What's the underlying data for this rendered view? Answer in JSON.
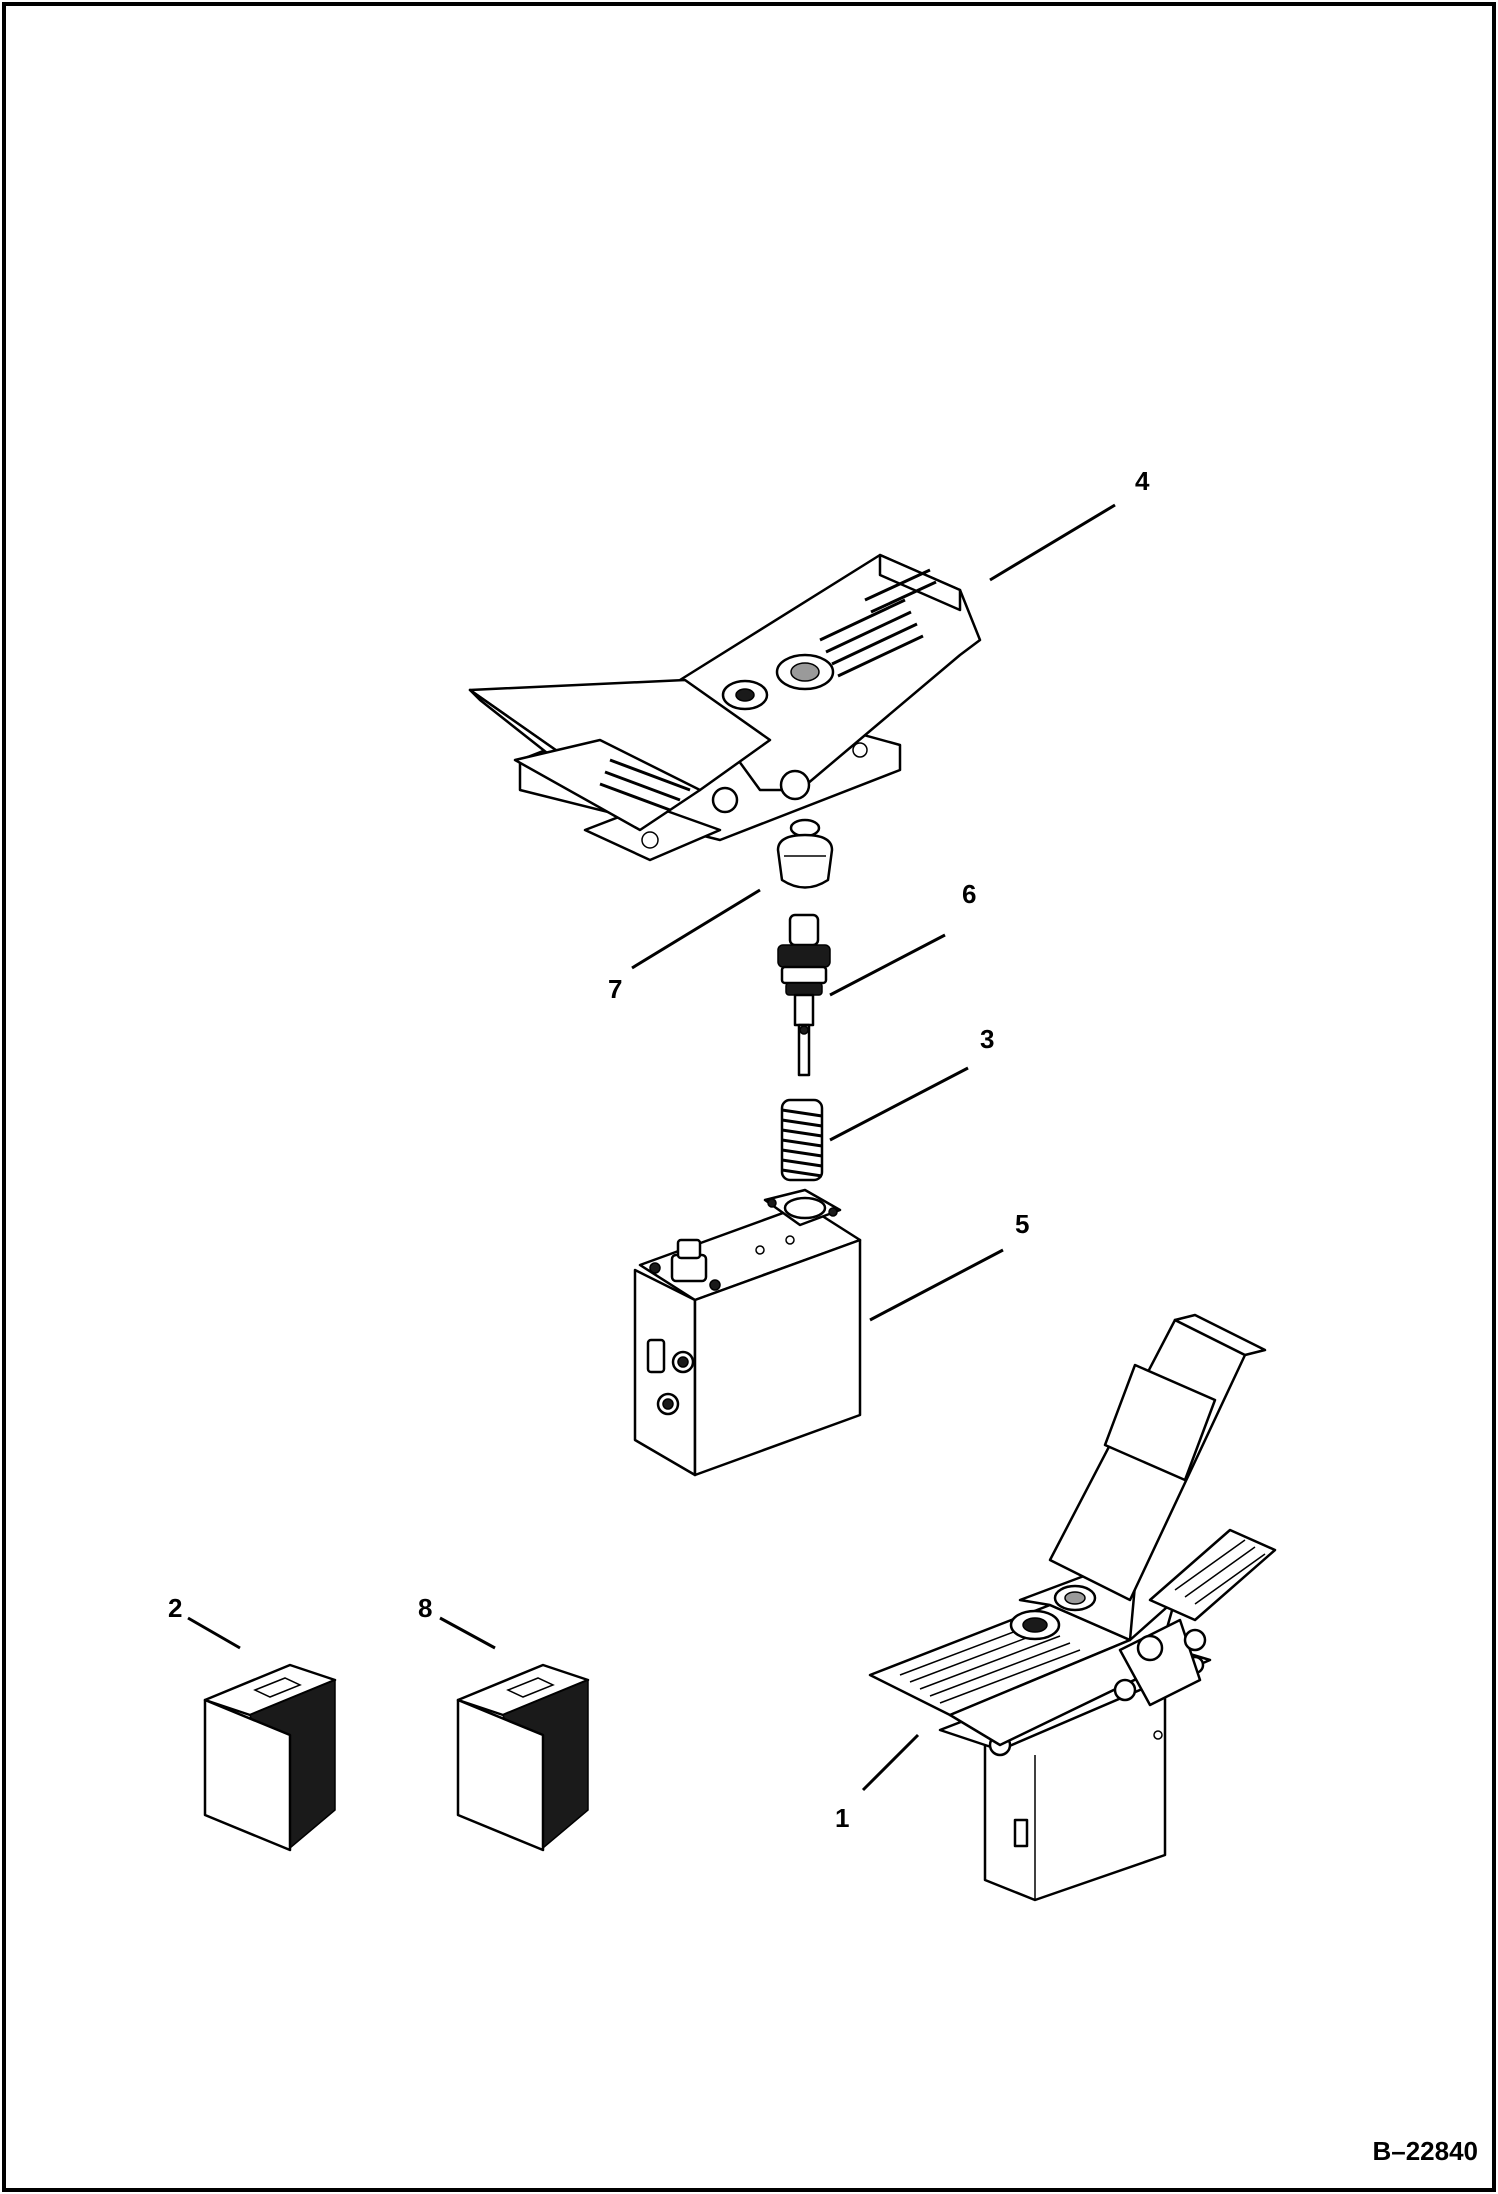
{
  "figure_id": "B–22840",
  "callouts": {
    "c1": "1",
    "c2": "2",
    "c3": "3",
    "c4": "4",
    "c5": "5",
    "c6": "6",
    "c7": "7",
    "c8": "8"
  }
}
